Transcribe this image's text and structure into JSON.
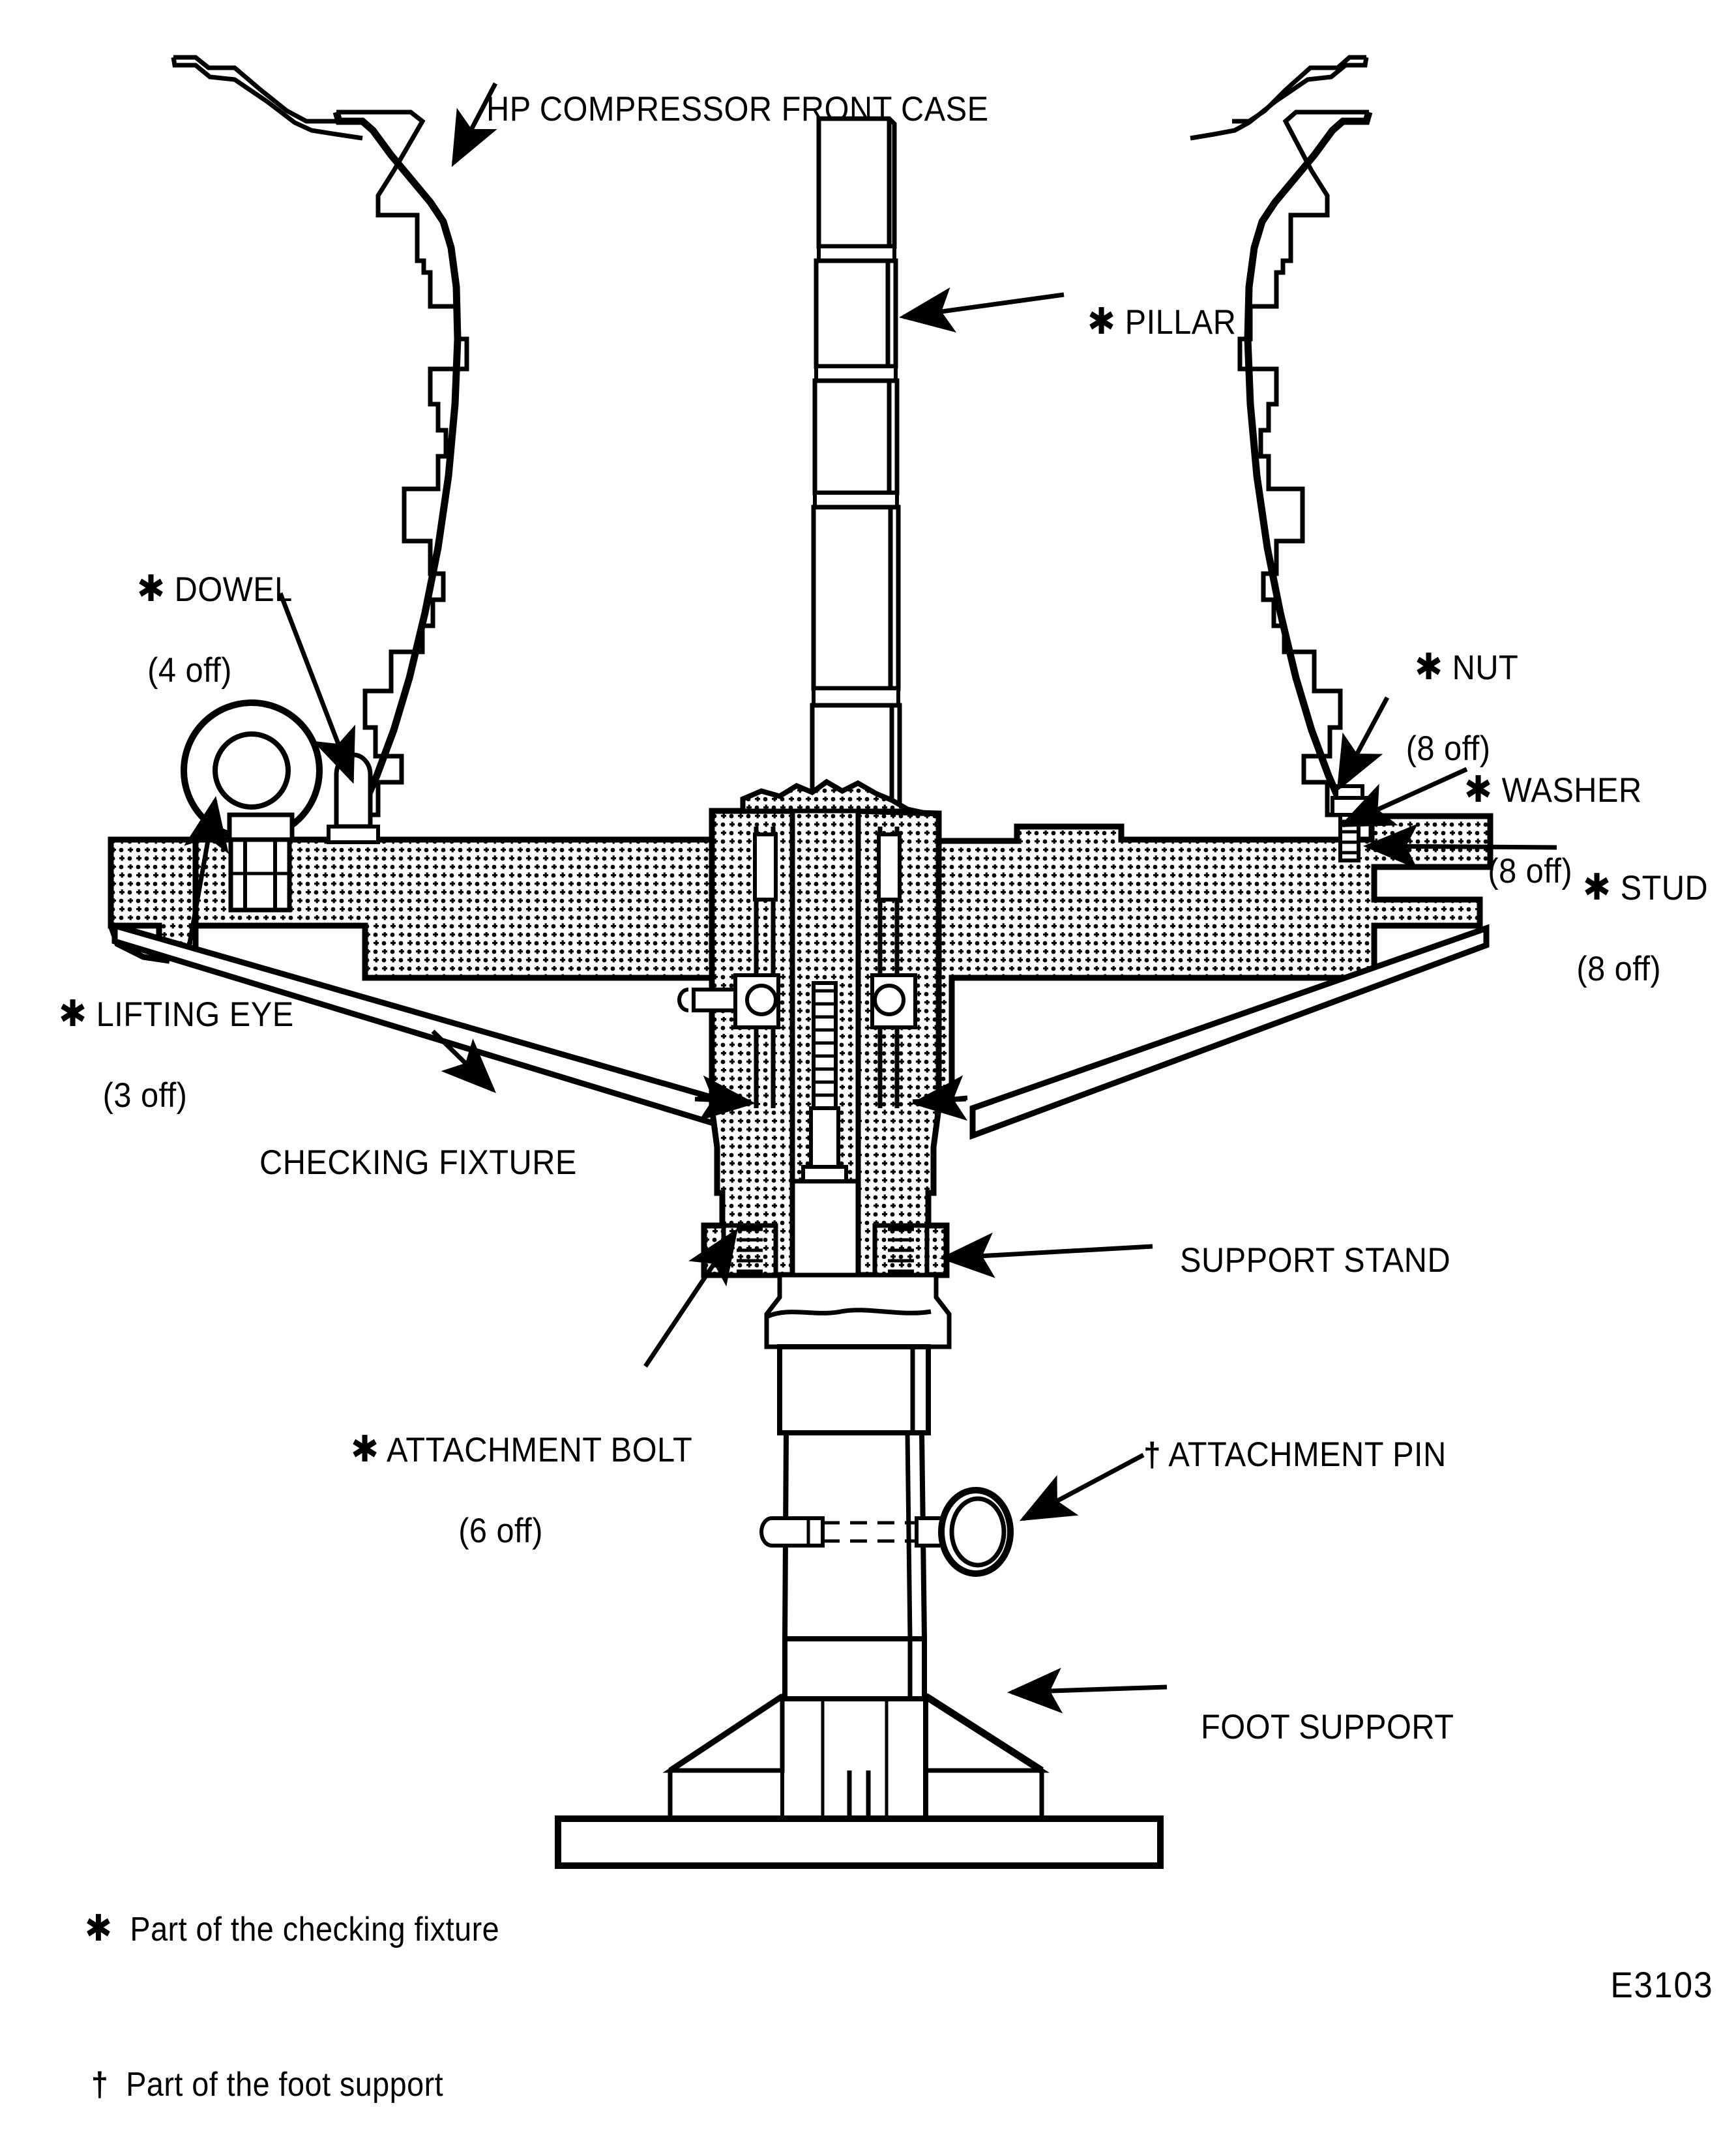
{
  "figure": {
    "id_code": "E3103",
    "title": "HP COMPRESSOR FRONT CASE",
    "symbols": {
      "fixture_mark": "✱",
      "foot_mark": "†"
    }
  },
  "labels": {
    "hp_compressor_front_case": {
      "text": "HP COMPRESSOR FRONT CASE",
      "qty": ""
    },
    "pillar": {
      "mark": "✱",
      "text": "PILLAR",
      "qty": ""
    },
    "dowel": {
      "mark": "✱",
      "text": "DOWEL",
      "qty": "(4 off)"
    },
    "nut": {
      "mark": "✱",
      "text": "NUT",
      "qty": "(8 off)"
    },
    "washer": {
      "mark": "✱",
      "text": "WASHER",
      "qty": "(8 off)"
    },
    "stud": {
      "mark": "✱",
      "text": "STUD",
      "qty": "(8 off)"
    },
    "lifting_eye": {
      "mark": "✱",
      "text": "LIFTING EYE",
      "qty": "(3 off)"
    },
    "checking_fixture": {
      "mark": "",
      "text": "CHECKING FIXTURE",
      "qty": ""
    },
    "attachment_bolt": {
      "mark": "✱",
      "text": "ATTACHMENT BOLT",
      "qty": "(6 off)"
    },
    "support_stand": {
      "mark": "",
      "text": "SUPPORT STAND",
      "qty": ""
    },
    "attachment_pin": {
      "mark": "†",
      "text": "ATTACHMENT PIN",
      "qty": ""
    },
    "foot_support": {
      "mark": "",
      "text": "FOOT SUPPORT",
      "qty": ""
    }
  },
  "footnotes": [
    {
      "mark": "✱",
      "text": "Part of the checking fixture"
    },
    {
      "mark": "†",
      "text": "Part of the foot support"
    }
  ],
  "colors": {
    "ink": "#000000",
    "paper": "#ffffff"
  }
}
